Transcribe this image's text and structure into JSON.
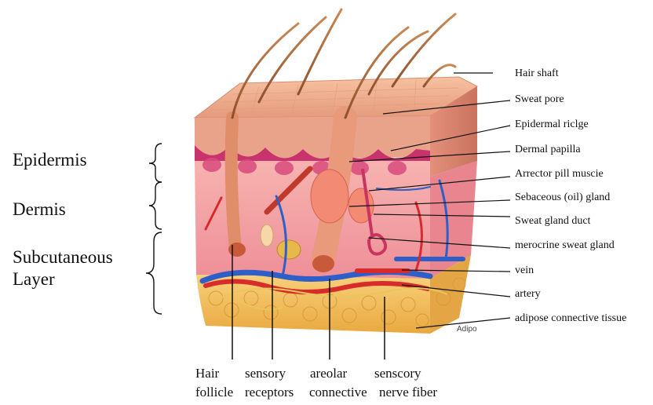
{
  "layers": {
    "epidermis": "Epidermis",
    "dermis": "Dermis",
    "subcutaneous_line1": "Subcutaneous",
    "subcutaneous_line2": "Layer"
  },
  "right_labels": [
    "Hair shaft",
    "Sweat pore",
    "Epidermal riclge",
    "Dermal papilla",
    "Arrector pill muscie",
    "Sebaceous (oil) gland",
    "Sweat gland duct",
    "merocrine sweat gland",
    "vein",
    "artery",
    "adipose connective tissue"
  ],
  "bottom_labels": {
    "hair_line1": "Hair",
    "hair_line2": "follicle",
    "sensory_line1": "sensory",
    "sensory_line2": "receptors",
    "areolar_line1": "areolar",
    "areolar_line2": "connective",
    "nerve_line1": "senscory",
    "nerve_line2": "nerve fiber"
  },
  "watermark": "Adipo",
  "colors": {
    "epidermis": "#e8a184",
    "dermis": "#f2a3a8",
    "dermis_dark": "#c2185b",
    "adipose": "#f1c15a",
    "vein": "#2e5fc9",
    "artery": "#d82b2b",
    "hair": "#b46a3a"
  }
}
